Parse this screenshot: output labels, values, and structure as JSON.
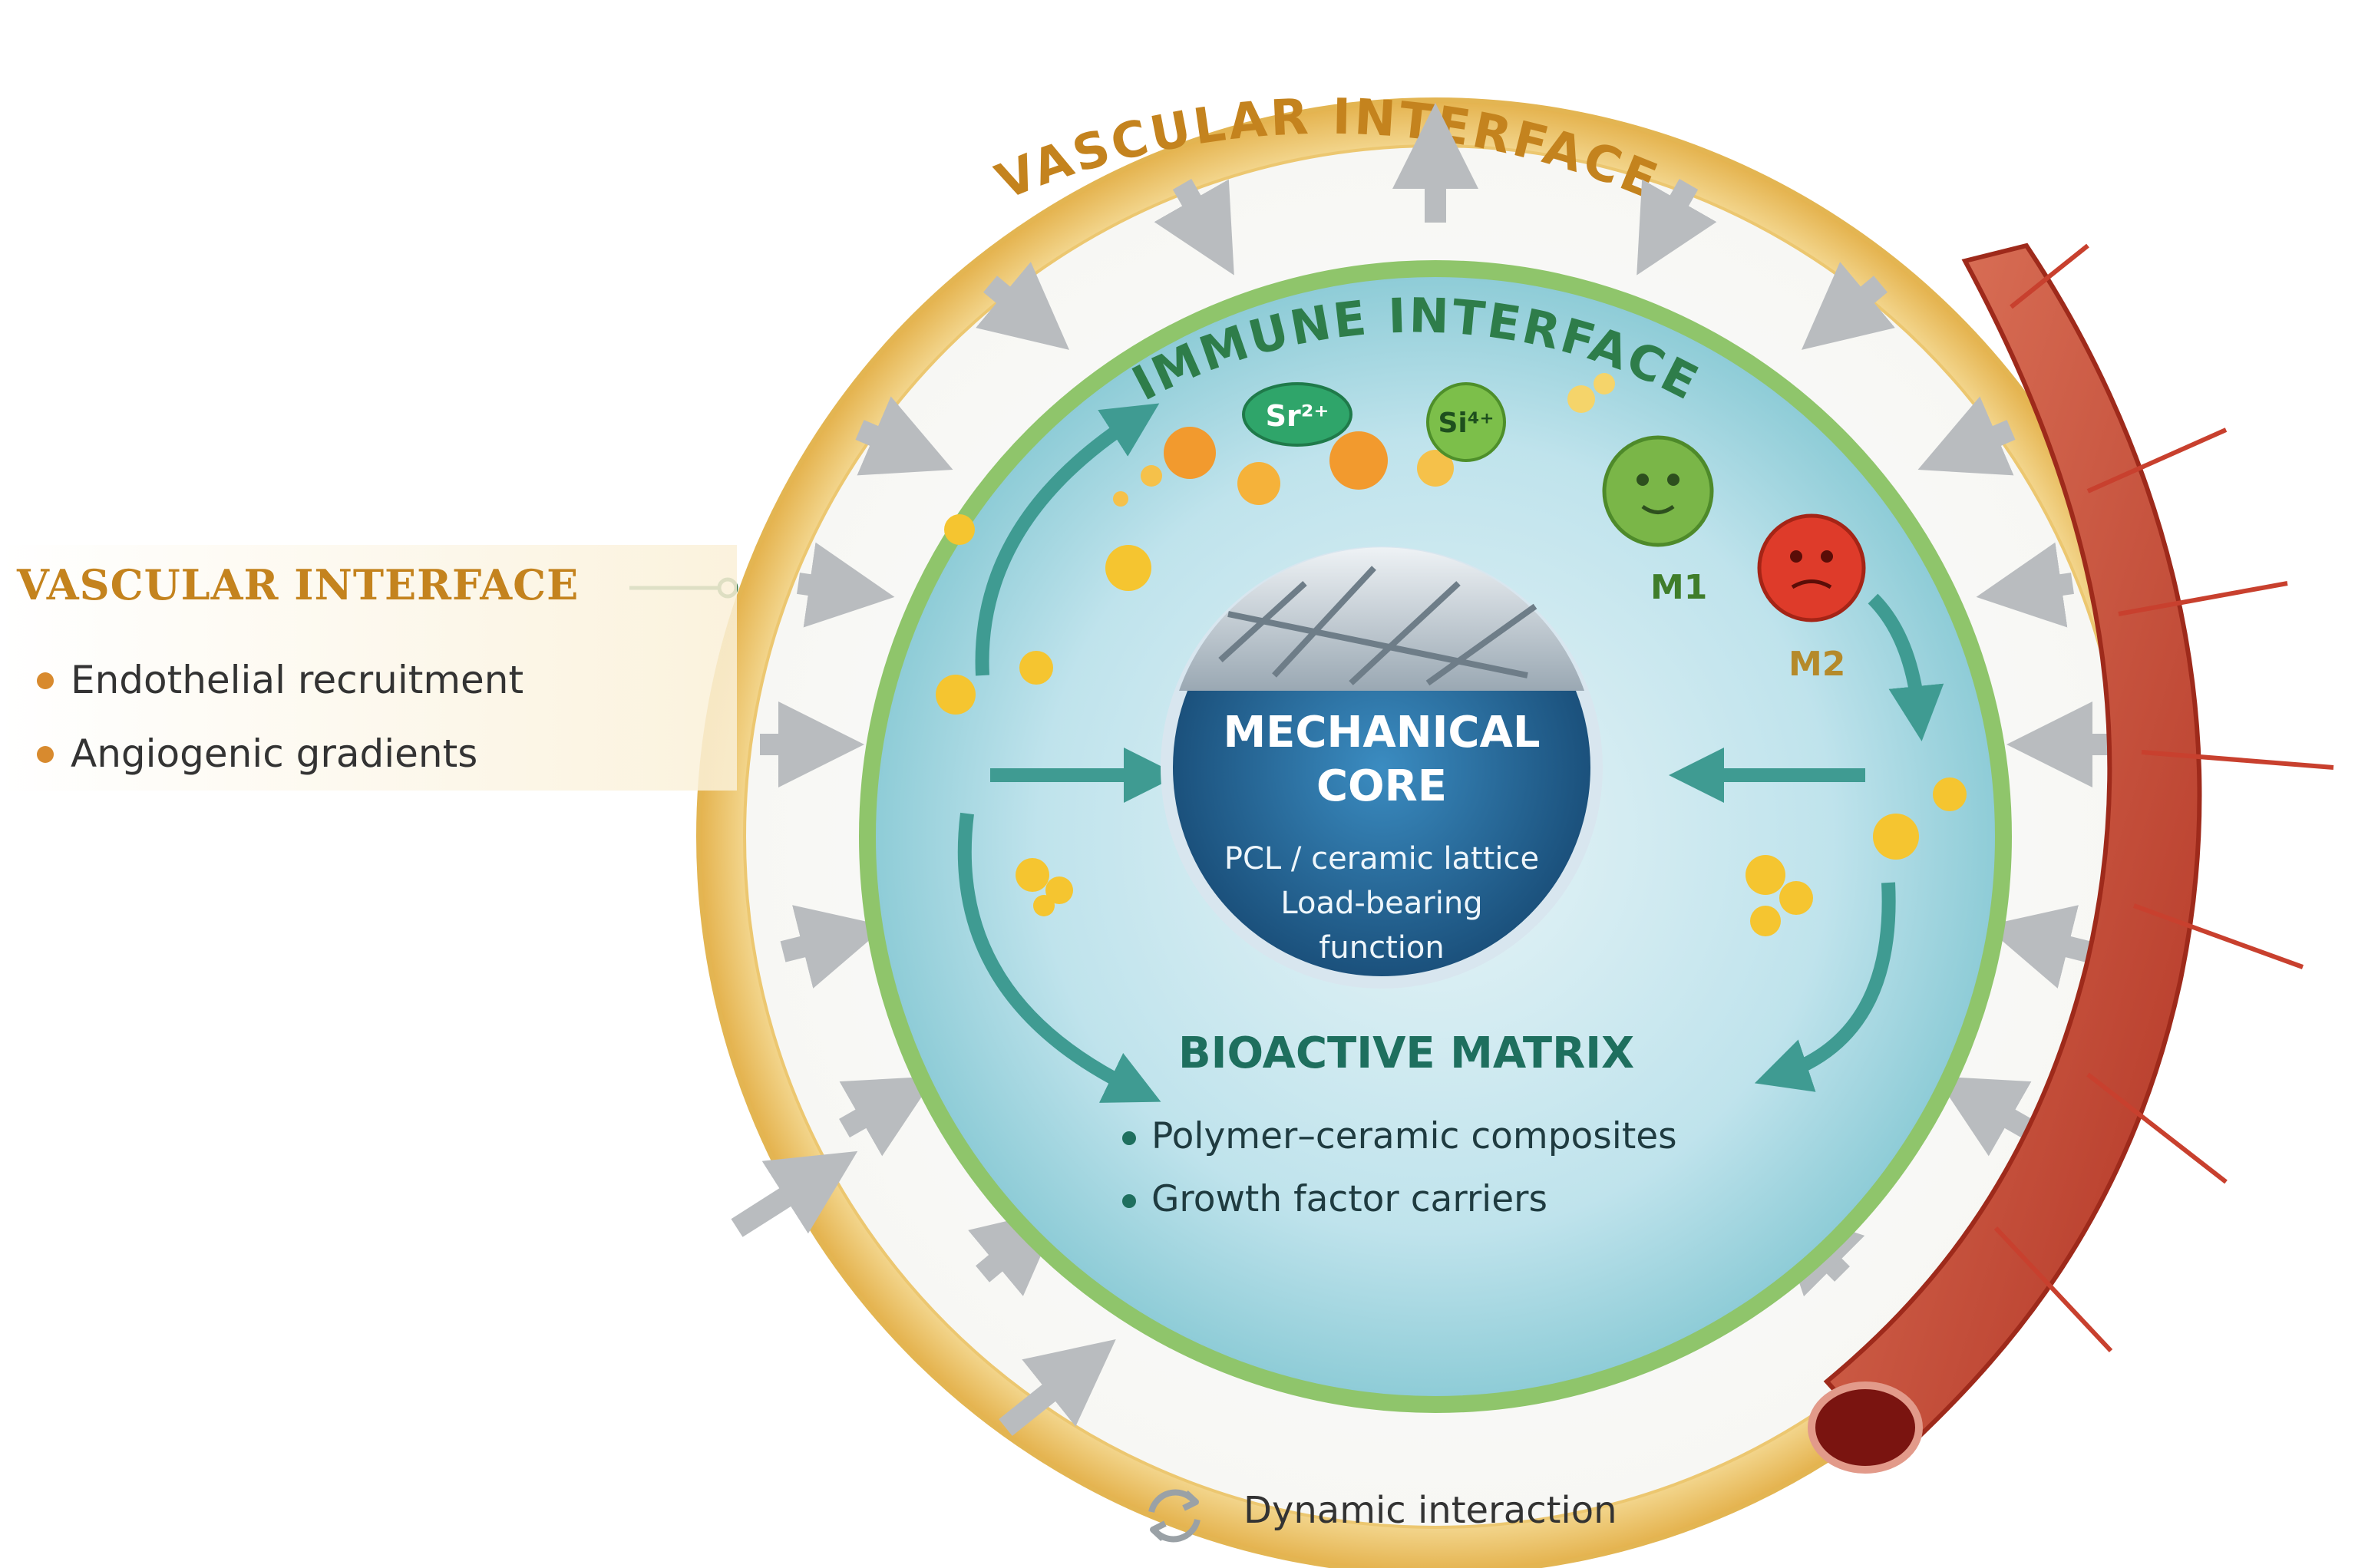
{
  "outer_ring": {
    "title": "VASCULAR INTERFACE"
  },
  "immune_ring": {
    "title": "IMMUNE INTERFACE"
  },
  "left_legend": {
    "title": "VASCULAR INTERFACE",
    "items": [
      "Endothelial recruitment",
      "Angiogenic gradients"
    ]
  },
  "ions": [
    {
      "label": "Sr²⁺",
      "color": "#2fa56a"
    },
    {
      "label": "Si⁴⁺",
      "color": "#7cbf4a"
    }
  ],
  "macrophages": {
    "m1_label": "M1",
    "m2_label": "M2"
  },
  "core": {
    "title_line1": "MECHANICAL",
    "title_line2": "CORE",
    "sub_line1": "PCL / ceramic lattice",
    "sub_line2": "Load-bearing",
    "sub_line3": "function"
  },
  "matrix": {
    "title": "BIOACTIVE MATRIX",
    "items": [
      "Polymer–ceramic composites",
      "Growth factor carriers"
    ]
  },
  "footer": {
    "label": "Dynamic interaction",
    "icon": "cycle-arrows-icon"
  },
  "colors": {
    "vascular_gold": "#c4831e",
    "immune_green": "#2e7d4a",
    "core_blue": "#1f5f8f",
    "matrix_teal": "#1e6f5e",
    "vessel_red": "#c8402e"
  }
}
